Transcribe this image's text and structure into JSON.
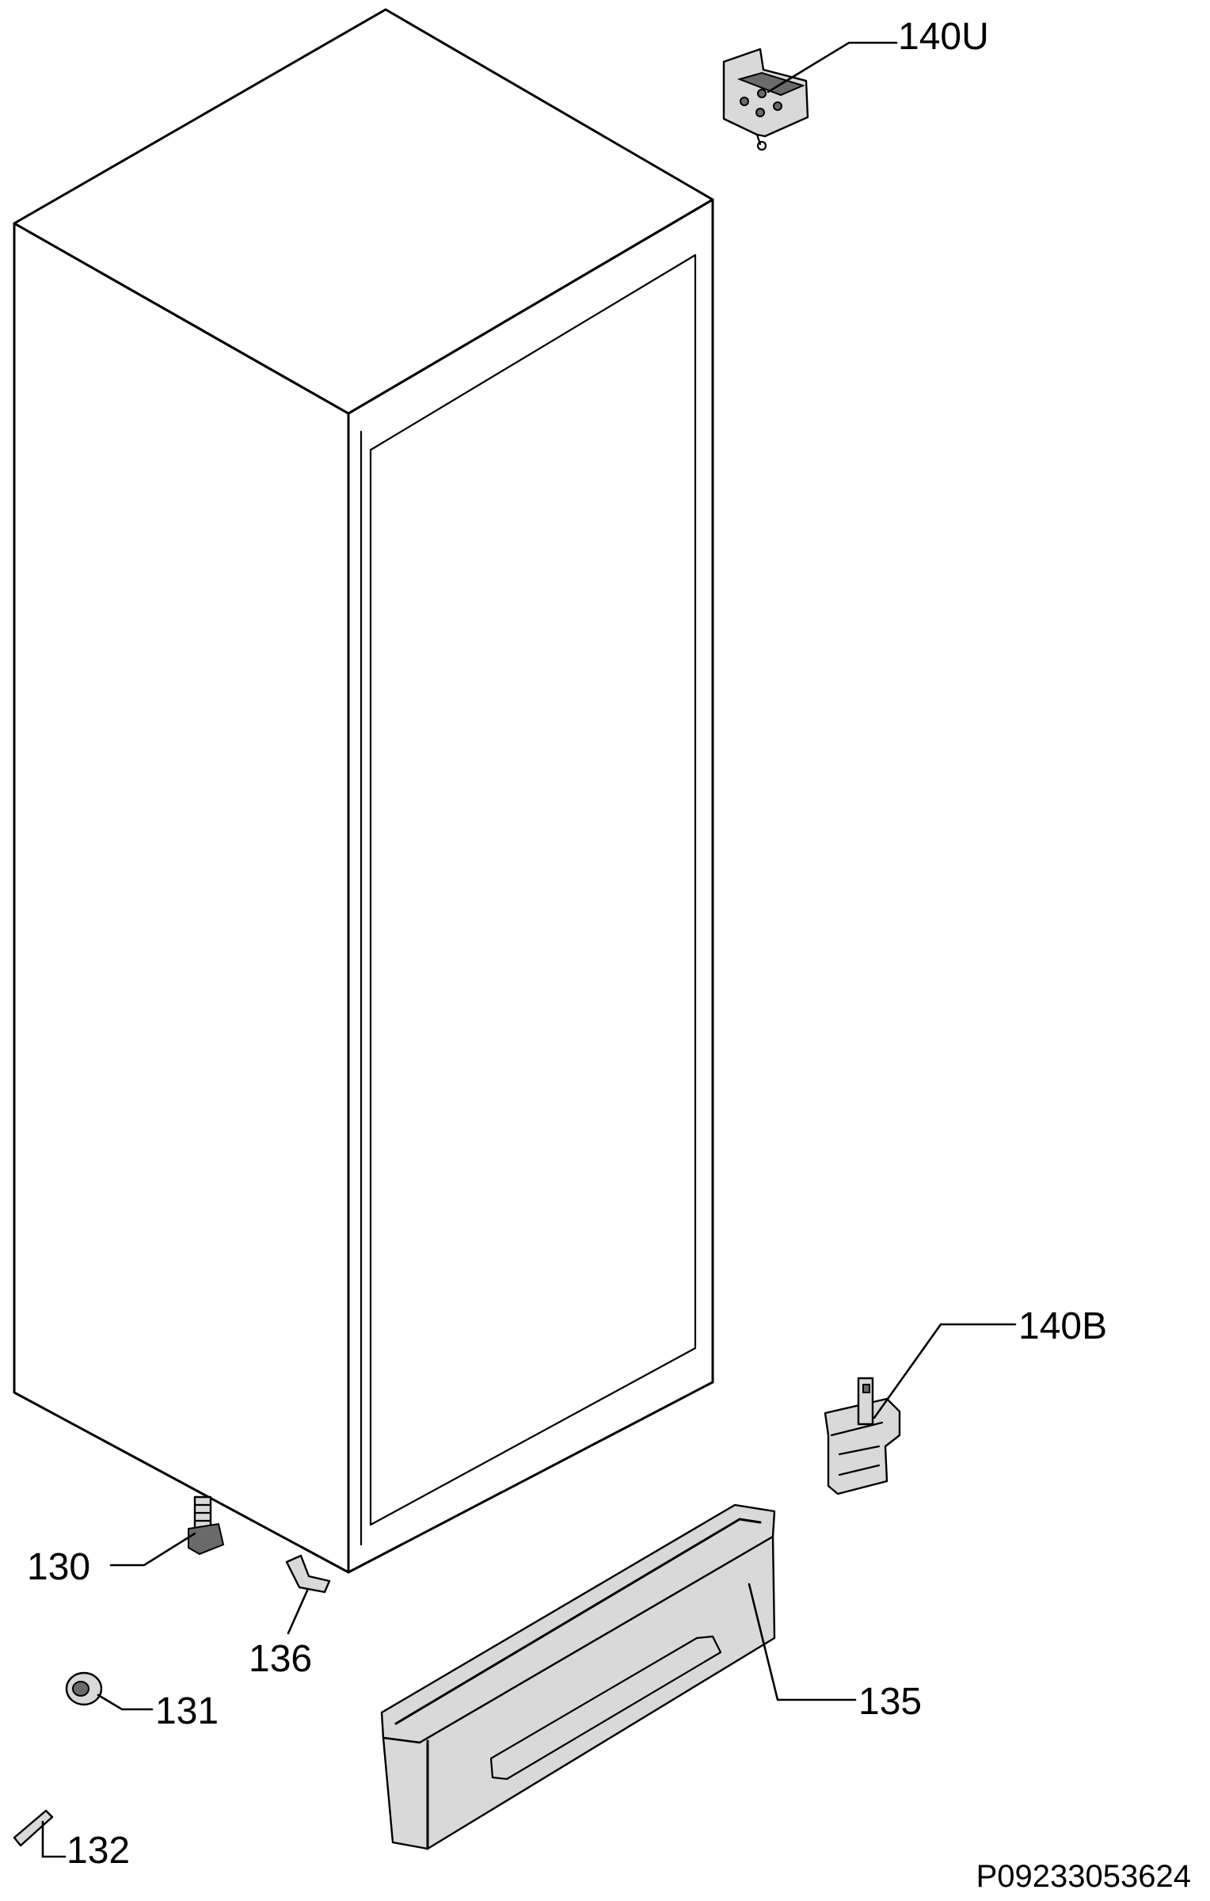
{
  "diagram": {
    "drawing_code": "P09233053624",
    "parts": [
      {
        "id": "140U",
        "label": "140U"
      },
      {
        "id": "140B",
        "label": "140B"
      },
      {
        "id": "130",
        "label": "130"
      },
      {
        "id": "136",
        "label": "136"
      },
      {
        "id": "131",
        "label": "131"
      },
      {
        "id": "135",
        "label": "135"
      },
      {
        "id": "132",
        "label": "132"
      }
    ]
  }
}
